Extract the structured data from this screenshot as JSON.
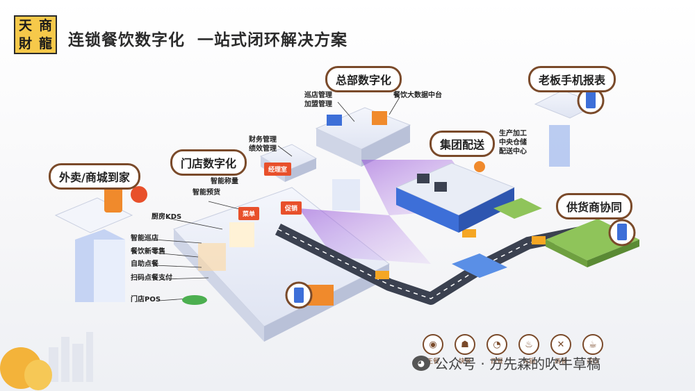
{
  "logo": {
    "chars": [
      "天",
      "商",
      "財",
      "龍"
    ]
  },
  "title": "连锁餐饮数字化  一站式闭环解决方案",
  "sections": {
    "takeaway": "外卖/商城到家",
    "store": "门店数字化",
    "hq": "总部数字化",
    "delivery": "集团配送",
    "boss": "老板手机报表",
    "supplier": "供货商协同"
  },
  "labels": {
    "patrol_mgmt": "巡店管理",
    "franchise_mgmt": "加盟管理",
    "big_data": "餐饮大数据中台",
    "finance": "财务管理",
    "performance": "绩效管理",
    "production": "生产加工",
    "central_warehouse": "中央仓储",
    "distribution_center": "配送中心",
    "smart_weigh": "智能称量",
    "smart_booking": "智能预货",
    "kitchen_kds": "厨房KDS",
    "smart_patrol": "智能巡店",
    "new_retail": "餐饮新零售",
    "self_order": "自助点餐",
    "scan_pay": "扫码点餐支付",
    "store_pos": "门店POS"
  },
  "tags": {
    "manager": "经理室",
    "t1": "菜单",
    "t2": "促销"
  },
  "categories": [
    {
      "label": "正餐",
      "icon": "plate-icon"
    },
    {
      "label": "快餐",
      "icon": "burger-icon"
    },
    {
      "label": "西餐",
      "icon": "pizza-icon"
    },
    {
      "label": "火锅",
      "icon": "hotpot-icon"
    },
    {
      "label": "西餐",
      "icon": "fork-knife-icon"
    },
    {
      "label": "茶饮",
      "icon": "tea-icon"
    }
  ],
  "watermark": {
    "text": "公众号 · 方先森的吹牛草稿",
    "icon": "wechat-icon"
  },
  "colors": {
    "brown": "#7a4a2a",
    "purple": "#7a3fbf",
    "blue": "#3d6fd8",
    "road": "#3b4150"
  }
}
